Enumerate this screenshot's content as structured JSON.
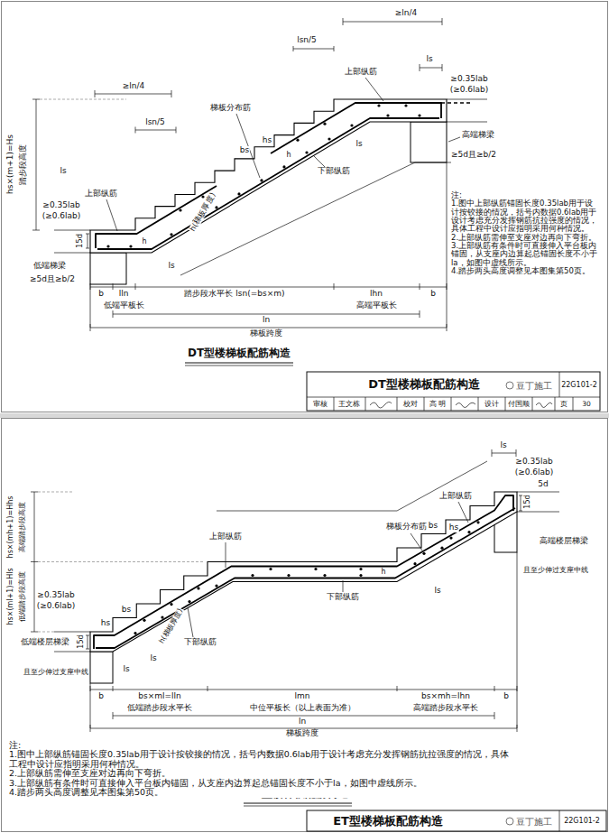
{
  "diagram": {
    "labels": [
      "≥ln/4",
      "lsn/5",
      "ls",
      "上部纵筋",
      "梯板分布筋",
      "≥0.35lab",
      "(≥0.6lab)",
      "高端梯梁",
      "≥5d且≥b/2",
      "bs",
      "hs",
      "h",
      "下部纵筋",
      "ls",
      "≥ln/4",
      "lsn/5",
      "hs×(m+1)=Hs",
      "踏步段高度",
      "ls",
      "上部纵筋",
      "≥0.35lab",
      "(≥0.6lab)",
      "15d",
      "h",
      "h(梯板厚度)",
      "ls",
      "低端梯梁",
      "≥5d且≥b/2",
      "b",
      "lln",
      "踏步段水平长 lsn(=bs×m)",
      "lhn",
      "b",
      "低端平板长",
      "高端平板长",
      "ln",
      "梯板跨度",
      "DT型楼梯板配筋构造",
      "注:",
      "1.图中上部纵筋锚固长度0.35lab用于设计按铰接的情况，括号内数据0.6lab用于设计考虑充分发挥钢筋抗拉强度的情况，具体工程中设计应指明采用何种情况。",
      "2.上部纵筋需伸至支座对边再向下弯折。",
      "3.上部纵筋有条件时可直接伸入平台板内锚固，从支座内边算起总锚固长度不小于la，如图中虚线所示。",
      "4.踏步两头高度调整见本图集第50页。",
      "DT型楼梯板配筋构造",
      "豆丁施工",
      "22G101-2",
      "审核",
      "王文栋",
      "校对",
      "高 明",
      "设计",
      "付国顺",
      "页",
      "30",
      "ls",
      "≥0.35lab",
      "(≥0.6lab)",
      "5d",
      "15d",
      "高端楼层梯梁",
      "且至少伸过支座中线",
      "梯板分布筋",
      "上部纵筋",
      "bs",
      "hs",
      "h",
      "ls",
      "下部纵筋",
      "hs×(mh+1)=Hhs",
      "高端踏步段高度",
      "hs×(ml+1)=Hls",
      "低端踏步段高度",
      "上部纵筋",
      "bs",
      "hs",
      "≥0.35lab",
      "(≥0.6lab)",
      "15d",
      "h(梯板厚度)",
      "下部纵筋",
      "ls",
      "低端楼层梯梁",
      "且至少伸过支座中线",
      "ls",
      "b",
      "bs×ml=lln",
      "lmn",
      "bs×mh=lhn",
      "b",
      "低端踏步段水平长",
      "中位平板长（以上表面为准）",
      "高端踏步段水平长",
      "ln",
      "梯板跨度",
      "注:",
      "1.图中上部纵筋锚固长度0.35lab用于设计按铰接的情况，括号内数据0.6lab用于设计考虑充分发挥钢筋抗拉强度的情况，具体工程中设计应指明采用何种情况。",
      "2.上部纵筋需伸至支座对边再向下弯折。",
      "3.上部纵筋有条件时可直接伸入平台板内锚固，从支座内边算起总锚固长度不小于la，如图中虚线所示。",
      "4.踏步两头高度调整见本图集第50页。",
      "ET型楼梯板配筋构造",
      "ET型楼梯板配筋构造",
      "豆丁施工",
      "22G101-2"
    ]
  }
}
